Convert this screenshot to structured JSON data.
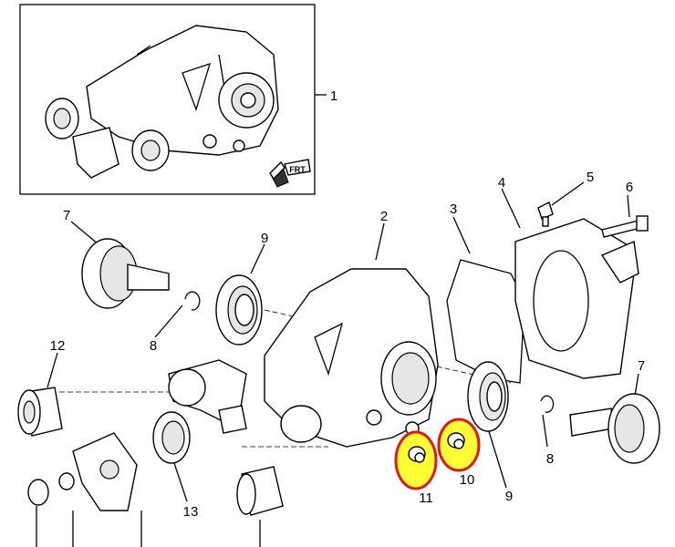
{
  "diagram": {
    "title_hidden": null,
    "callouts": {
      "c1": "1",
      "c2": "2",
      "c3": "3",
      "c4": "4",
      "c5": "5",
      "c6": "6",
      "c7_left": "7",
      "c7_right": "7",
      "c8_left": "8",
      "c8_right": "8",
      "c9_left": "9",
      "c9_right": "9",
      "c10": "10",
      "c11": "11",
      "c12": "12",
      "c13": "13"
    },
    "front_arrow_label": "FRT",
    "highlighted_parts": [
      "10",
      "11"
    ],
    "colors": {
      "highlight_fill": "#ffff33",
      "highlight_stroke": "#e01818"
    }
  }
}
